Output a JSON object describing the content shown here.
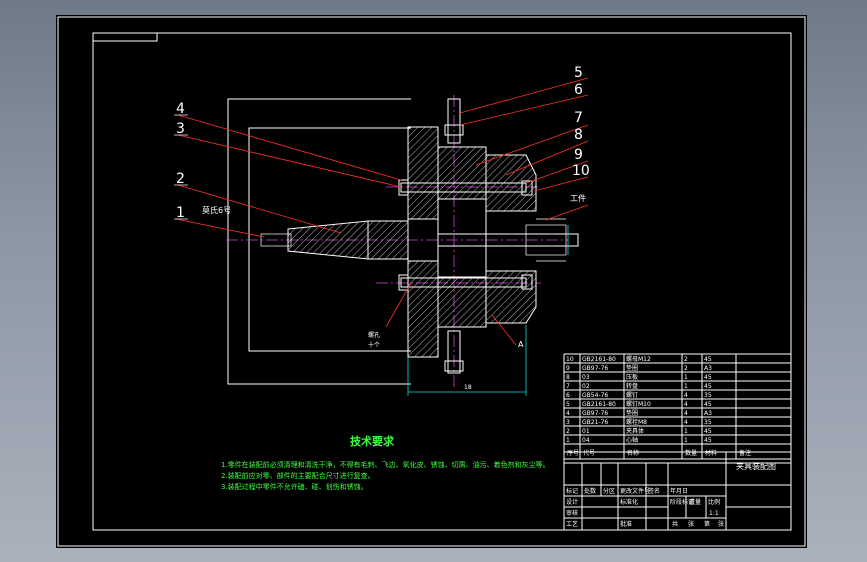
{
  "callouts": [
    "1",
    "2",
    "3",
    "4",
    "5",
    "6",
    "7",
    "8",
    "9",
    "10"
  ],
  "labels": {
    "workpiece": "工件",
    "morse": "莫氏6号",
    "section_a": "A",
    "hole_note": "螺孔",
    "hole_note2": "十个",
    "dimension": "18"
  },
  "tech_requirements": {
    "title": "技术要求",
    "items": [
      "1.零件在装配前必须清理和清洗干净，不得有毛刺、飞边、氧化皮、锈蚀、切屑、油污、着色剂和灰尘等。",
      "2.装配前应对零、部件的主要配合尺寸进行复查。",
      "3.装配过程中零件不允许磕、碰、划伤和锈蚀。"
    ]
  },
  "bom": {
    "rows": [
      [
        "10",
        "GB2161-80",
        "螺母M12",
        "2",
        "45",
        ""
      ],
      [
        "9",
        "GB97-76",
        "垫圈",
        "2",
        "A3",
        ""
      ],
      [
        "8",
        "03",
        "压板",
        "1",
        "45",
        ""
      ],
      [
        "7",
        "02",
        "转盘",
        "1",
        "45",
        ""
      ],
      [
        "6",
        "GB54-76",
        "螺钉",
        "4",
        "35",
        ""
      ],
      [
        "5",
        "GB2161-80",
        "螺钉M10",
        "4",
        "45",
        ""
      ],
      [
        "4",
        "GB97-76",
        "垫圈",
        "4",
        "A3",
        ""
      ],
      [
        "3",
        "GB21-76",
        "螺栓M8",
        "4",
        "35",
        ""
      ],
      [
        "2",
        "01",
        "夹具体",
        "1",
        "45",
        ""
      ],
      [
        "1",
        "04",
        "心轴",
        "1",
        "45",
        ""
      ]
    ],
    "header": [
      "序号",
      "代号",
      "名称",
      "数量",
      "材料",
      "备注"
    ]
  },
  "title_block": {
    "drawing_name": "夹具装配图",
    "scale": "1:1",
    "row_labels": [
      "标记",
      "处数",
      "分区",
      "更改文件号",
      "签名",
      "年月日"
    ],
    "role_labels": [
      "设计",
      "审核",
      "工艺"
    ],
    "std_label": "标准化",
    "approve_label": "批准",
    "stage_labels": [
      "阶段标记",
      "重量",
      "比例"
    ],
    "footer": [
      "共",
      "张",
      "第",
      "张"
    ]
  },
  "colors": {
    "geometry": "#ffffff",
    "leaders": "#ff3030",
    "centerlines": "#e040e0",
    "notes": "#3cff3c",
    "background": "#000000"
  }
}
